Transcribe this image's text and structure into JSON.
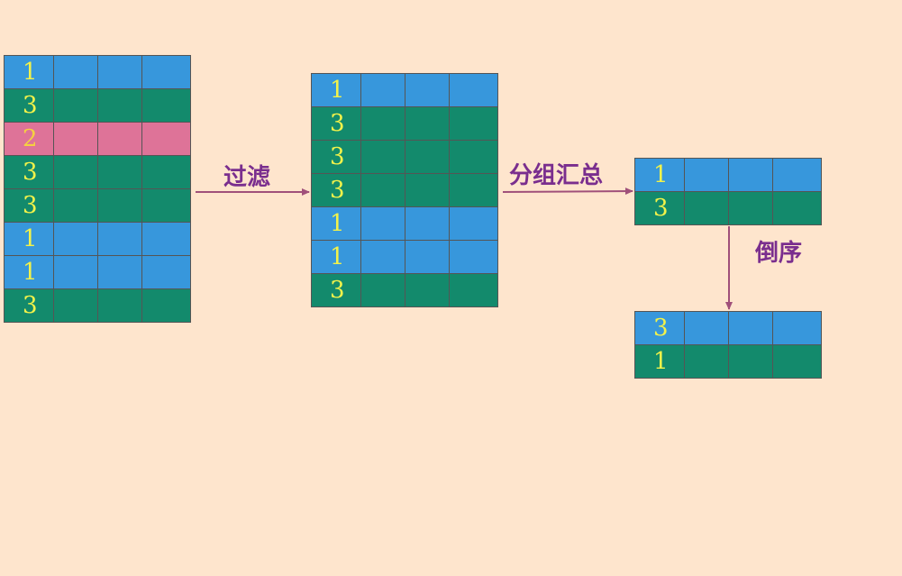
{
  "labels": {
    "filter": "过滤",
    "group_sum": "分组汇总",
    "descending": "倒序"
  },
  "colors": {
    "background": "#fee5cd",
    "row_blue": "#3797dc",
    "row_green": "#138a6c",
    "row_pink": "#de7398",
    "number_text": "#f2f24a",
    "label_text": "#7a2e8e",
    "arrow": "#a0507a"
  },
  "tables": {
    "source": [
      {
        "value": "1",
        "color": "blue"
      },
      {
        "value": "3",
        "color": "green"
      },
      {
        "value": "2",
        "color": "pink"
      },
      {
        "value": "3",
        "color": "green"
      },
      {
        "value": "3",
        "color": "green"
      },
      {
        "value": "1",
        "color": "blue"
      },
      {
        "value": "1",
        "color": "blue"
      },
      {
        "value": "3",
        "color": "green"
      }
    ],
    "filtered": [
      {
        "value": "1",
        "color": "blue"
      },
      {
        "value": "3",
        "color": "green"
      },
      {
        "value": "3",
        "color": "green"
      },
      {
        "value": "3",
        "color": "green"
      },
      {
        "value": "1",
        "color": "blue"
      },
      {
        "value": "1",
        "color": "blue"
      },
      {
        "value": "3",
        "color": "green"
      }
    ],
    "grouped": [
      {
        "value": "1",
        "color": "blue"
      },
      {
        "value": "3",
        "color": "green"
      }
    ],
    "sorted_desc": [
      {
        "value": "3",
        "color": "blue"
      },
      {
        "value": "1",
        "color": "green"
      }
    ]
  }
}
